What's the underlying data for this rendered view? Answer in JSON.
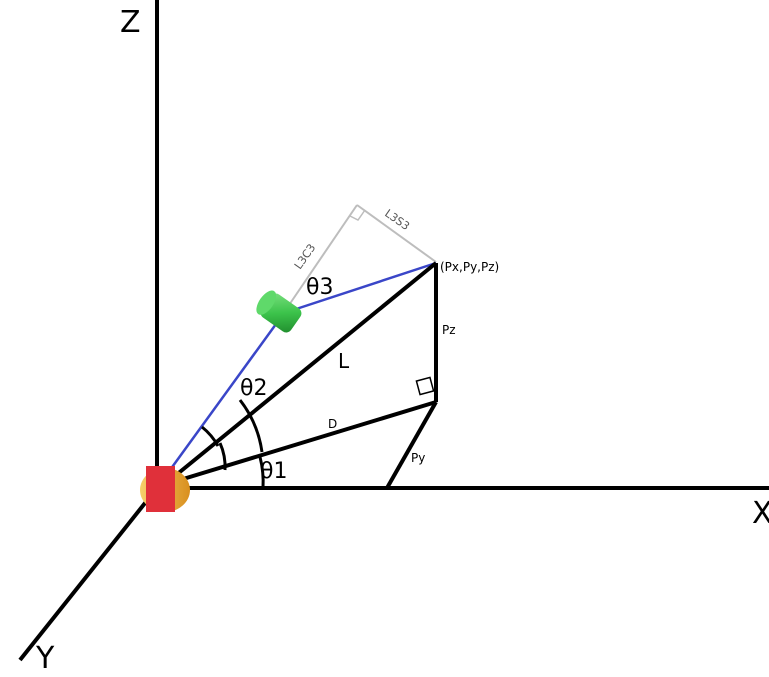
{
  "axes": {
    "x_label": "X",
    "y_label": "Y",
    "z_label": "Z"
  },
  "labels": {
    "point": "(Px,Py,Pz)",
    "theta1": "θ1",
    "theta2": "θ2",
    "theta3": "θ3",
    "L": "L",
    "D": "D",
    "Pz": "Pz",
    "Py": "Py",
    "L3C3": "L3C3",
    "L3S3": "L3S3"
  },
  "colors": {
    "axis": "#000000",
    "link": "#3a46c8",
    "projection": "#bdbdbd",
    "joint_cylinder": "#3cc34b",
    "base_block": "#e0303a",
    "base_disc": "#f0b43a"
  }
}
